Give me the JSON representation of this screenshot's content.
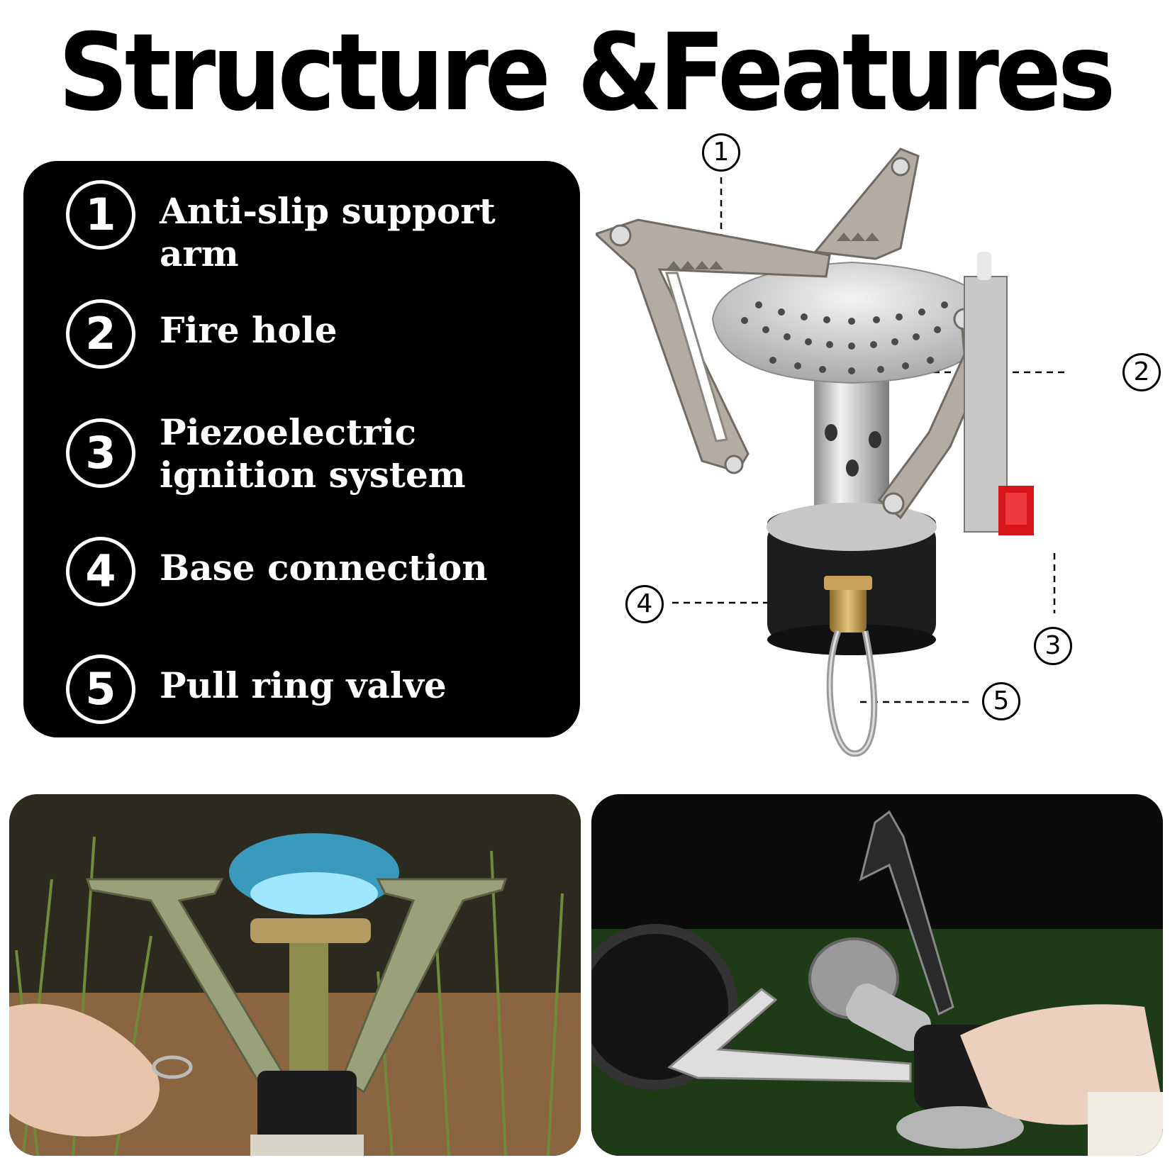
{
  "title": "Structure &Features",
  "features": [
    {
      "number": "1",
      "label": "Anti-slip support arm"
    },
    {
      "number": "2",
      "label": "Fire hole"
    },
    {
      "number": "3",
      "label": "Piezoelectric ignition system"
    },
    {
      "number": "4",
      "label": "Base connection"
    },
    {
      "number": "5",
      "label": "Pull ring valve"
    }
  ],
  "callouts": [
    "1",
    "2",
    "3",
    "4",
    "5"
  ],
  "colors": {
    "panel": "#000000",
    "text": "#ffffff",
    "ignition_button": "#d8141c",
    "flame": "#3fb6e6"
  }
}
